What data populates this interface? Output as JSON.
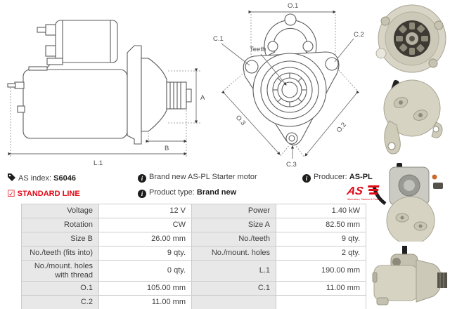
{
  "colors": {
    "accent_red": "#e30613",
    "table_label_bg": "#e8e8e8",
    "table_border": "#cccccc",
    "drawing_line": "#5c5c5c"
  },
  "info": {
    "as_index_label": "AS index:",
    "as_index_value": "S6046",
    "standard_line": "STANDARD LINE",
    "description": "Brand new AS-PL Starter motor",
    "product_type_label": "Product type:",
    "product_type_value": "Brand new",
    "producer_label": "Producer:",
    "producer_value": "AS-PL",
    "logo_text": "AS",
    "logo_subtext": "Alternators, Starters & Parts"
  },
  "drawings": {
    "side": {
      "dim_a": "A",
      "dim_b": "B",
      "dim_l1": "L.1"
    },
    "front": {
      "dim_o1": "O.1",
      "dim_c1": "C.1",
      "dim_c2": "C.2",
      "dim_teeth": "Teeth",
      "dim_o3": "O.3",
      "dim_o2": "O.2",
      "dim_c3": "C.3"
    }
  },
  "table": {
    "rows": [
      {
        "label1": "Voltage",
        "value1": "12 V",
        "label2": "Power",
        "value2": "1.40 kW"
      },
      {
        "label1": "Rotation",
        "value1": "CW",
        "label2": "Size A",
        "value2": "82.50 mm"
      },
      {
        "label1": "Size B",
        "value1": "26.00 mm",
        "label2": "No./teeth",
        "value2": "9 qty."
      },
      {
        "label1": "No./teeth (fits into)",
        "value1": "9 qty.",
        "label2": "No./mount. holes",
        "value2": "2 qty."
      },
      {
        "label1": "No./mount. holes with thread",
        "value1": "0 qty.",
        "label2": "L.1",
        "value2": "190.00 mm"
      },
      {
        "label1": "O.1",
        "value1": "105.00 mm",
        "label2": "C.1",
        "value2": "11.00 mm"
      },
      {
        "label1": "C.2",
        "value1": "11.00 mm",
        "label2": "",
        "value2": ""
      }
    ]
  }
}
